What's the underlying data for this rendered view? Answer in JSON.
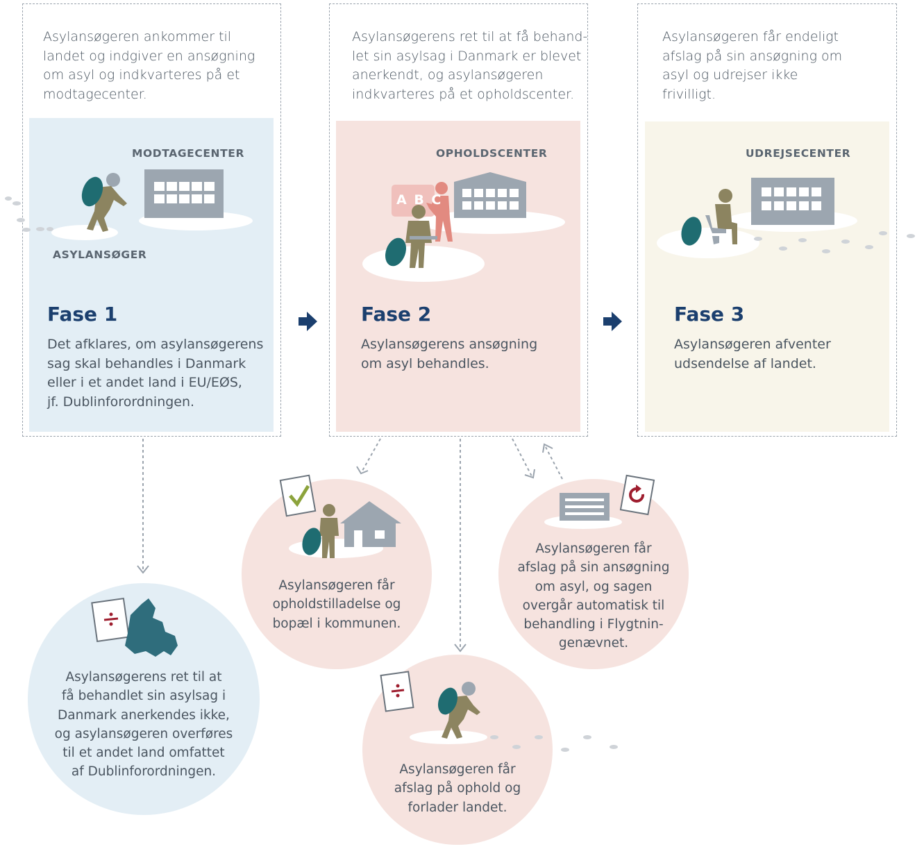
{
  "colors": {
    "phase1_bg": "#e3eef5",
    "phase2_bg": "#f6e3df",
    "phase3_bg": "#f8f5ea",
    "title_blue": "#1b3f6e",
    "person_olive": "#8c8460",
    "backpack_teal": "#1f6c71",
    "building_gray": "#9ca6b0",
    "accent_red": "#9e1d2e",
    "check_green": "#8ca33c"
  },
  "phases": [
    {
      "intro": "Asylansøgeren ankommer til landet og indgiver en ansøgning om asyl og indkvarteres på et modtagecenter.",
      "intro_lines": [
        "Asylansøgeren ankommer til",
        "landet og indgiver en ansøgning",
        "om asyl og indkvarteres på et",
        "modtagecenter."
      ],
      "center_label": "MODTAGECENTER",
      "person_label": "ASYLANSØGER",
      "title": "Fase 1",
      "desc_lines": [
        "Det afklares, om asylansøgerens",
        "sag skal behandles i Danmark",
        "eller i et andet land i EU/EØS,",
        "jf. Dublinforordningen."
      ]
    },
    {
      "intro_lines": [
        "Asylansøgerens ret til at få behand-",
        "let sin asylsag i Danmark er blevet",
        "anerkendt, og asylansøgeren",
        "indkvarteres på et opholdscenter."
      ],
      "center_label": "OPHOLDSCENTER",
      "board_text": "A B C",
      "title": "Fase 2",
      "desc_lines": [
        "Asylansøgerens ansøgning",
        "om asyl behandles."
      ]
    },
    {
      "intro_lines": [
        "Asylansøgeren får endeligt",
        "afslag på sin ansøgning om",
        "asyl og udrejser ikke",
        "frivilligt."
      ],
      "center_label": "UDREJSECENTER",
      "title": "Fase 3",
      "desc_lines": [
        "Asylansøgeren afventer",
        "udsendelse af landet."
      ]
    }
  ],
  "outcomes": {
    "dublin": [
      "Asylansøgerens ret til at",
      "få behandlet sin asylsag i",
      "Danmark anerkendes ikke,",
      "og asylansøgeren overføres",
      "til et andet land omfattet",
      "af Dublinforordningen."
    ],
    "permit": [
      "Asylansøgeren får",
      "opholdstilladelse og",
      "bopæl i kommunen."
    ],
    "leave": [
      "Asylansøgeren får",
      "afslag på ophold og",
      "forlader landet."
    ],
    "appeal": [
      "Asylansøgeren får",
      "afslag på sin ansøgning",
      "om asyl, og sagen",
      "overgår automatisk til",
      "behandling i Flygtnin-",
      "genævnet."
    ]
  }
}
